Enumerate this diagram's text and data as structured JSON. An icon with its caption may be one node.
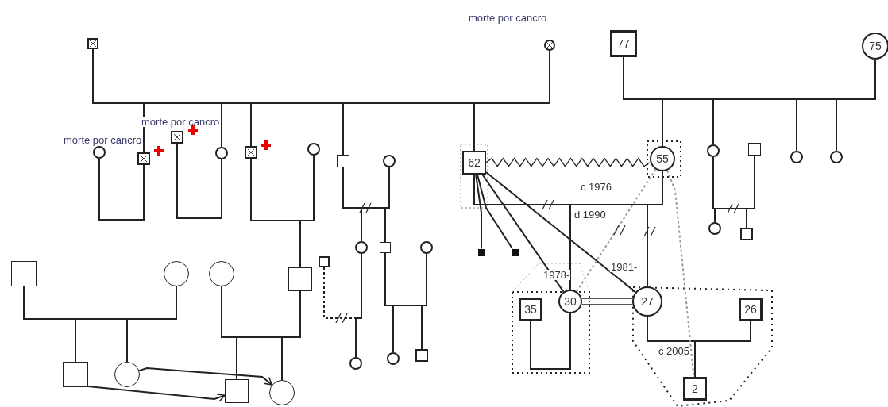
{
  "diagram": {
    "nodes": [
      {
        "text": [],
        "shape": "box"
      },
      {
        "text": [],
        "shape": "circle",
        "beside": [
          "morte por cancro"
        ]
      },
      {
        "text": [],
        "shape": "circle",
        "beside": [
          "morte por cancro"
        ]
      },
      {
        "text": [],
        "shape": "box"
      },
      {
        "text": [],
        "shape": "box",
        "beside": [
          "morte por cancro"
        ]
      },
      {
        "text": [],
        "shape": "circle"
      },
      {
        "text": [],
        "shape": "box"
      },
      {
        "text": [],
        "shape": "circle"
      },
      {
        "text": [],
        "shape": "box"
      },
      {
        "text": [],
        "shape": "circle"
      },
      {
        "text": [
          "62"
        ]
      },
      {
        "text": [
          "55"
        ]
      },
      {
        "text": [
          "77"
        ]
      },
      {
        "text": [
          "75"
        ]
      },
      {
        "text": [],
        "shape": "circle"
      },
      {
        "text": [],
        "shape": "box"
      },
      {
        "text": [],
        "shape": "circle"
      },
      {
        "text": [],
        "shape": "circle"
      },
      {
        "text": [],
        "shape": "circle"
      },
      {
        "text": [],
        "shape": "box"
      },
      {
        "text": [],
        "shape": "box"
      },
      {
        "text": [],
        "shape": "circle"
      },
      {
        "text": [],
        "shape": "box"
      },
      {
        "text": [],
        "shape": "circle"
      },
      {
        "text": [],
        "shape": "box"
      },
      {
        "text": [],
        "shape": "circle"
      },
      {
        "text": [],
        "shape": "box"
      },
      {
        "text": [],
        "shape": "circle"
      },
      {
        "text": [],
        "shape": "box"
      },
      {
        "text": [],
        "shape": "circle"
      },
      {
        "text": [],
        "shape": "box"
      },
      {
        "text": [],
        "shape": "circle"
      },
      {
        "text": [],
        "shape": "circle"
      },
      {
        "text": [],
        "shape": "circle"
      },
      {
        "text": [],
        "shape": "box"
      },
      {
        "text": [],
        "shape": "box"
      },
      {
        "text": [],
        "shape": "box"
      },
      {
        "text": [
          "35"
        ]
      },
      {
        "text": [
          "30"
        ]
      },
      {
        "text": [
          "27"
        ]
      },
      {
        "text": [
          "26"
        ]
      },
      {
        "text": [
          "2"
        ]
      }
    ],
    "edges": [
      {
        "from": 0,
        "to": 1,
        "arrow": "none"
      },
      {
        "from": 2,
        "to": 3,
        "arrow": "none"
      },
      {
        "from": 4,
        "to": 5,
        "arrow": "none"
      },
      {
        "from": 6,
        "to": 7,
        "arrow": "none"
      },
      {
        "from": 8,
        "to": 9,
        "arrow": "none"
      },
      {
        "from": 10,
        "to": 11,
        "arrow": "none",
        "label": "c 1976"
      },
      {
        "from": 10,
        "to": 11,
        "arrow": "none"
      },
      {
        "from": 12,
        "to": 13,
        "arrow": "none"
      },
      {
        "from": 14,
        "to": 15,
        "arrow": "none"
      },
      {
        "from": 20,
        "to": 21,
        "arrow": "none"
      },
      {
        "from": 22,
        "to": 23,
        "arrow": "none"
      },
      {
        "from": 28,
        "to": 29,
        "arrow": "none",
        "style": "dashed"
      },
      {
        "from": 30,
        "to": 31,
        "arrow": "none"
      },
      {
        "from": 37,
        "to": 38,
        "arrow": "none"
      },
      {
        "from": 39,
        "to": 40,
        "arrow": "none",
        "label": "c 2005"
      },
      {
        "from": 38,
        "to": 39,
        "arrow": "none"
      },
      {
        "from": 0,
        "to": 3,
        "arrow": "none"
      },
      {
        "from": 0,
        "to": 5,
        "arrow": "none"
      },
      {
        "from": 0,
        "to": 6,
        "arrow": "none"
      },
      {
        "from": 0,
        "to": 8,
        "arrow": "none"
      },
      {
        "from": 0,
        "to": 10,
        "arrow": "none"
      },
      {
        "from": 6,
        "to": 20,
        "arrow": "none"
      },
      {
        "from": 20,
        "to": 26,
        "arrow": "none"
      },
      {
        "from": 20,
        "to": 27,
        "arrow": "none"
      },
      {
        "from": 22,
        "to": 24,
        "arrow": "none"
      },
      {
        "from": 22,
        "to": 25,
        "arrow": "none"
      },
      {
        "from": 8,
        "to": 29,
        "arrow": "none"
      },
      {
        "from": 8,
        "to": 30,
        "arrow": "none"
      },
      {
        "from": 29,
        "to": 32,
        "arrow": "none"
      },
      {
        "from": 30,
        "to": 33,
        "arrow": "none"
      },
      {
        "from": 30,
        "to": 34,
        "arrow": "none"
      },
      {
        "from": 10,
        "to": 38,
        "arrow": "none"
      },
      {
        "from": 10,
        "to": 39,
        "arrow": "none"
      },
      {
        "from": 12,
        "to": 11,
        "arrow": "none"
      },
      {
        "from": 12,
        "to": 14,
        "arrow": "none"
      },
      {
        "from": 12,
        "to": 16,
        "arrow": "none"
      },
      {
        "from": 12,
        "to": 17,
        "arrow": "none"
      },
      {
        "from": 14,
        "to": 18,
        "arrow": "none"
      },
      {
        "from": 14,
        "to": 19,
        "arrow": "none"
      },
      {
        "from": 39,
        "to": 41,
        "arrow": "none"
      },
      {
        "from": 10,
        "to": 35,
        "arrow": "none"
      },
      {
        "from": 10,
        "to": 36,
        "arrow": "none"
      },
      {
        "from": 10,
        "to": 38,
        "arrow": "none",
        "label": "1978-"
      },
      {
        "from": 10,
        "to": 39,
        "arrow": "none",
        "label": "1981-"
      },
      {
        "from": 11,
        "to": 38,
        "arrow": "none",
        "style": "dashed",
        "color": "#999999"
      },
      {
        "from": 11,
        "to": 41,
        "arrow": "none",
        "style": "dashed",
        "color": "#999999"
      },
      {
        "from": 25,
        "to": 27,
        "arrow": "to"
      },
      {
        "from": 24,
        "to": 26,
        "arrow": "to"
      }
    ],
    "labels": [
      "d 1990"
    ]
  }
}
